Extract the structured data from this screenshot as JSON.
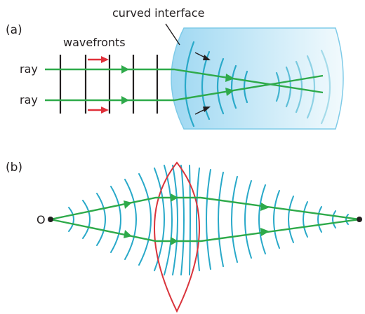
{
  "panel_a": {
    "label": "(a)",
    "labels": {
      "curved_interface": "curved interface",
      "wavefronts": "wavefronts",
      "ray_top": "ray",
      "ray_bottom": "ray"
    }
  },
  "panel_b": {
    "label": "(b)",
    "object_label": "O"
  },
  "colors": {
    "ray": "#2eaa4a",
    "wavefront_air": "#231f20",
    "wavefront_medium": "#29a9c9",
    "direction_arrow": "#e0303a",
    "lens_outline": "#d9343c",
    "medium_fill": "#bfe6f7",
    "pointer": "#231f20"
  }
}
